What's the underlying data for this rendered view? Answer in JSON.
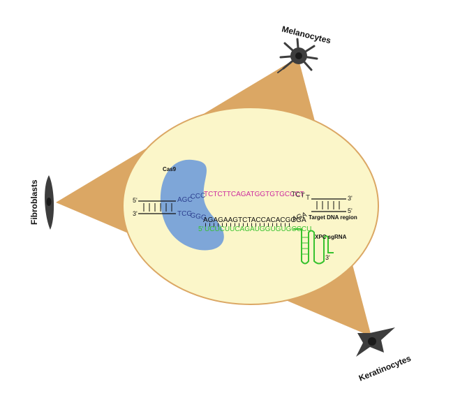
{
  "colors": {
    "triangle": "#dba764",
    "cell_ellipse_fill": "#fbf6c9",
    "cell_ellipse_stroke": "#dba764",
    "cas9": "#7ea6d8",
    "target_strand": "#cc2a9e",
    "pam_grey": "#333333",
    "cas_blue_text": "#2c3f8f",
    "sgrna_green": "#37c22e",
    "cell_grey": "#3d3d3d"
  },
  "cells": {
    "melanocytes": "Melanocytes",
    "fibroblasts": "Fibroblasts",
    "keratinocytes": "Keratinocytes"
  },
  "cas9_label": "Cas9",
  "dna": {
    "top_left_end": "5'",
    "bottom_left_end": "3'",
    "top_right_end": "3'",
    "bottom_right_end": "5'",
    "top_prefix_blue": "AGC",
    "top_prefix_ccc": "CCC",
    "top_target": "TCTCTTCAGATGGTGTGCCCT",
    "top_suffix_1": "TCT",
    "top_suffix_2": "T",
    "bottom_prefix_blue": "TCG",
    "bottom_prefix_ggg": "GGG",
    "bottom_main": "AGAGAAGTCTACCACACGGGA",
    "bottom_suffix": "AGA",
    "target_region_label": "Target DNA region"
  },
  "sgrna": {
    "five_prime": "5'",
    "sequence": "UCUCUUCAGAUGGUGUGCCCU",
    "label": "XPC sgRNA",
    "three_prime": "3'"
  }
}
